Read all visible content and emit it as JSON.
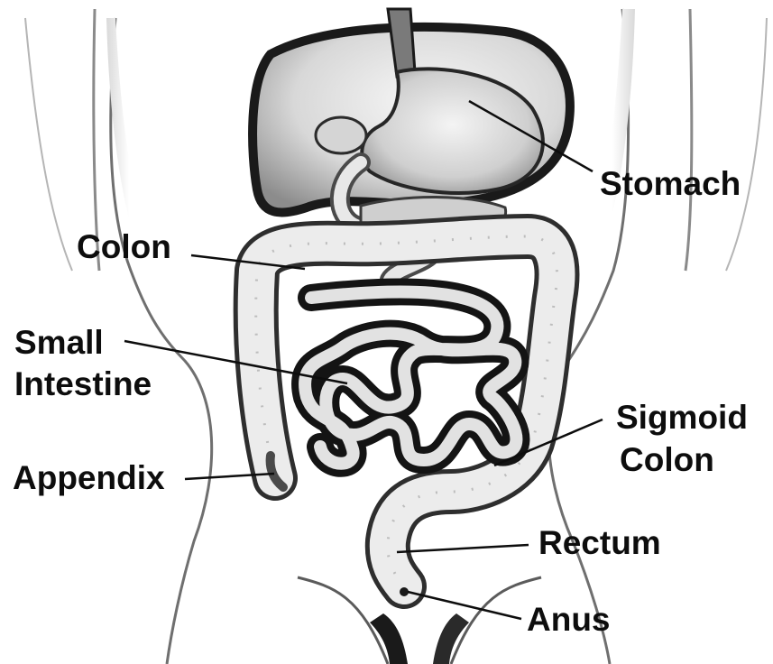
{
  "labels": {
    "stomach": "Stomach",
    "colon": "Colon",
    "small_intestine_line1": "Small",
    "small_intestine_line2": "Intestine",
    "sigmoid_colon_line1": "Sigmoid",
    "sigmoid_colon_line2": "Colon",
    "appendix": "Appendix",
    "rectum": "Rectum",
    "anus": "Anus"
  },
  "colors": {
    "ink": "#0d0d0d",
    "background": "#ffffff"
  }
}
